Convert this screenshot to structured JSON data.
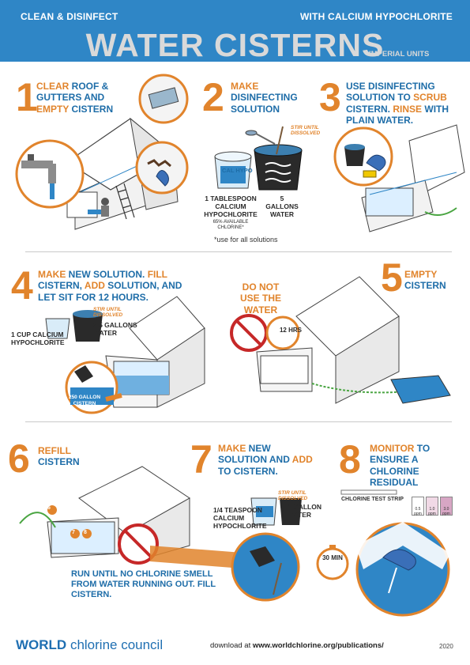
{
  "header": {
    "left": "CLEAN & DISINFECT",
    "right": "WITH CALCIUM HYPOCHLORITE",
    "title": "WATER CISTERNS",
    "units": "IMPERIAL UNITS"
  },
  "steps": [
    {
      "num": "1",
      "parts": [
        "CLEAR",
        " ROOF & GUTTERS AND ",
        "EMPTY",
        " CISTERN"
      ]
    },
    {
      "num": "2",
      "parts": [
        "MAKE",
        " DISINFECTING SOLUTION"
      ]
    },
    {
      "num": "3",
      "parts": [
        "USE DISINFECTING SOLUTION TO ",
        "SCRUB",
        " CISTERN. ",
        "RINSE",
        " WITH PLAIN WATER."
      ]
    },
    {
      "num": "4",
      "parts": [
        "MAKE",
        " NEW SOLUTION. ",
        "FILL",
        " CISTERN, ",
        "ADD",
        " SOLUTION, AND LET SIT FOR 12 HOURS."
      ]
    },
    {
      "num": "5",
      "parts": [
        "EMPTY",
        " CISTERN"
      ]
    },
    {
      "num": "6",
      "parts": [
        "REFILL",
        " CISTERN"
      ]
    },
    {
      "num": "7",
      "parts": [
        "MAKE",
        " NEW SOLUTION AND ",
        "ADD",
        " TO CISTERN."
      ]
    },
    {
      "num": "8",
      "parts": [
        "MONITOR",
        " TO ENSURE A CHLORINE RESIDUAL"
      ]
    }
  ],
  "step2": {
    "stir": "STIR UNTIL DISSOLVED",
    "cal_hypo": "CAL HYPO",
    "amount": "1 TABLESPOON CALCIUM HYPOCHLORITE",
    "available": "65% AVAILABLE CHLORINE*",
    "water": "5 GALLONS WATER",
    "footnote": "*use for all solutions"
  },
  "step4": {
    "stir": "STIR UNTIL DISSOLVED",
    "amount": "1 CUP CALCIUM HYPOCHLORITE",
    "water": "2.5 GALLONS WATER",
    "cistern": "250 GALLON CISTERN",
    "warning": "DO NOT USE THE WATER",
    "timer": "12 HRS"
  },
  "step6": {
    "instruction": "RUN UNTIL NO CHLORINE SMELL FROM WATER RUNNING OUT. FILL CISTERN.",
    "badge": "6",
    "badges": [
      "7",
      "8"
    ]
  },
  "step7": {
    "stir": "STIR UNTIL DISSOLVED",
    "amount": "1/4 TEASPOON CALCIUM HYPOCHLORITE",
    "water": "1 GALLON WATER",
    "timer": "30 MIN"
  },
  "step8": {
    "strip": "CHLORINE TEST STRIP",
    "ppm": [
      {
        "value": "0.5",
        "unit": "ppm",
        "color": "#ffffff"
      },
      {
        "value": "1.0",
        "unit": "ppm",
        "color": "#f1d9e6"
      },
      {
        "value": "3.0",
        "unit": "ppm",
        "color": "#d7a6c4"
      }
    ]
  },
  "footer": {
    "logo_bold": "WORLD",
    "logo_rest": " chlorine council",
    "download_prefix": "download at ",
    "download_url": "www.worldchlorine.org/publications/",
    "year": "2020"
  },
  "colors": {
    "accent": "#e1842c",
    "blue": "#1e6da8",
    "header_blue": "#2f86c6"
  }
}
